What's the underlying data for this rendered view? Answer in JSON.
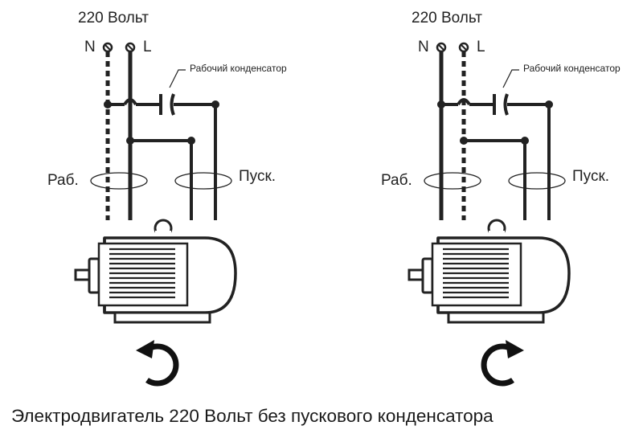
{
  "diagrams": [
    {
      "voltage_label": "220 Вольт",
      "terminal_n": "N",
      "terminal_l": "L",
      "capacitor_label": "Рабочий конденсатор",
      "run_winding_label": "Раб.",
      "start_winding_label": "Пуск.",
      "rotation": "counterclockwise",
      "rotation_icon": "rotate-counterclockwise-icon"
    },
    {
      "voltage_label": "220 Вольт",
      "terminal_n": "N",
      "terminal_l": "L",
      "capacitor_label": "Рабочий конденсатор",
      "run_winding_label": "Раб.",
      "start_winding_label": "Пуск.",
      "rotation": "clockwise",
      "rotation_icon": "rotate-clockwise-icon"
    }
  ],
  "caption": "Электродвигатель 220 Вольт без пускового конденсатора",
  "colors": {
    "line": "#222222",
    "background": "#ffffff"
  }
}
